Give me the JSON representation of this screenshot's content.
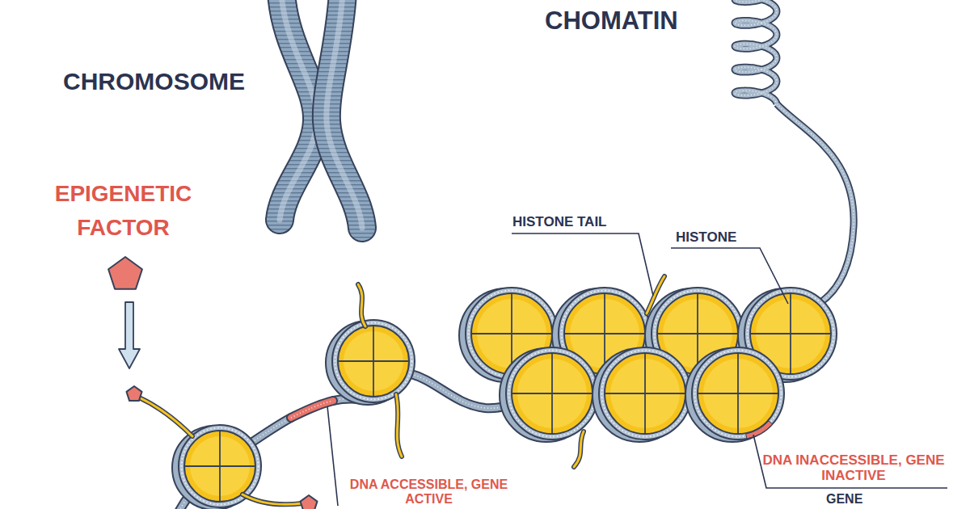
{
  "diagram": {
    "labels": [
      "CHROMOSOME",
      "CHOMATIN",
      "EPIGENETIC FACTOR",
      "HISTONE TAIL",
      "HISTONE",
      "DNA ACCESSIBLE, GENE ACTIVE",
      "DNA INACCESSIBLE, GENE INACTIVE",
      "GENE"
    ]
  }
}
